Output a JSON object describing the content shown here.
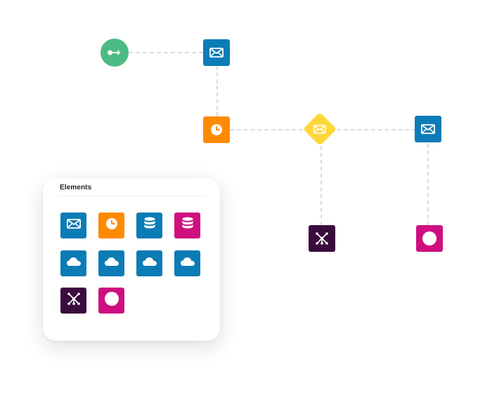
{
  "panel": {
    "title": "Elements"
  },
  "colors": {
    "green": "#4cba84",
    "blue": "#0b7cb6",
    "orange": "#ff8a00",
    "yellow": "#ffd63a",
    "magenta": "#cf0f80",
    "purple": "#3b0b3d",
    "connector": "#d7dbe1",
    "white": "#ffffff"
  },
  "workflow": {
    "nodes": [
      {
        "name": "start",
        "icon": "arrow-right-icon"
      },
      {
        "name": "email",
        "icon": "envelope-icon"
      },
      {
        "name": "delay",
        "icon": "clock-icon"
      },
      {
        "name": "decision",
        "icon": "envelope-icon"
      },
      {
        "name": "email-2",
        "icon": "envelope-icon"
      },
      {
        "name": "hub",
        "icon": "network-icon"
      },
      {
        "name": "end",
        "icon": "circle-icon"
      }
    ]
  },
  "elements": [
    {
      "name": "email",
      "icon": "envelope-icon",
      "color": "#0b7cb6"
    },
    {
      "name": "clock",
      "icon": "clock-icon",
      "color": "#ff8a00"
    },
    {
      "name": "database",
      "icon": "database-icon",
      "color": "#0b7cb6"
    },
    {
      "name": "database",
      "icon": "database-icon",
      "color": "#cf0f80"
    },
    {
      "name": "cloud",
      "icon": "cloud-icon",
      "color": "#0b7cb6"
    },
    {
      "name": "cloud",
      "icon": "cloud-icon",
      "color": "#0b7cb6"
    },
    {
      "name": "cloud",
      "icon": "cloud-icon",
      "color": "#0b7cb6"
    },
    {
      "name": "cloud",
      "icon": "cloud-icon",
      "color": "#0b7cb6"
    },
    {
      "name": "network",
      "icon": "network-icon",
      "color": "#3b0b3d"
    },
    {
      "name": "circle",
      "icon": "circle-icon",
      "color": "#cf0f80"
    }
  ]
}
